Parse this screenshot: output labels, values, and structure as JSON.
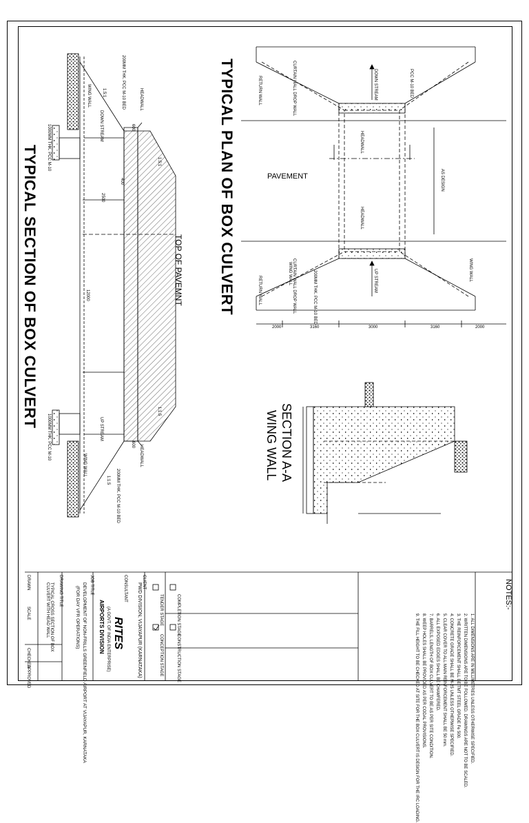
{
  "titles": {
    "section": "TYPICAL SECTION OF BOX CULVERT",
    "plan": "TYPICAL PLAN OF BOX CULVERT",
    "wing": "SECTION A-A",
    "wing2": "WING WALL"
  },
  "labels": {
    "top_of_pavement": "TOP OF PAVEMNT",
    "pavement": "PAVEMENT",
    "headwall": "HEADWALL",
    "wing_wall": "WING WALL",
    "return_wall": "RETURN WALL",
    "down_stream": "DOWN STREAM",
    "up_stream": "UP STREAM",
    "pcc_bed": "PCC M-10 BED",
    "curtain_wall": "CURTAIN WALL DROP WALL",
    "as_design": "AS DESIGN",
    "pcc_200": "200MM THK. PCC M-10 BED",
    "pcc_1000": "1000MM THK. PCC M-10"
  },
  "dims_bottom": [
    "2000",
    "3160",
    "3000",
    "3160",
    "2000"
  ],
  "dims_section": [
    "2500",
    "12000",
    "600",
    "400",
    "1.5:1",
    "1:1.5"
  ],
  "notes": {
    "title": "NOTES:-",
    "items": [
      "1. ALL DIMENSIONS ARE IN MILLIMETRES UNLESS OTHERWISE SPECIFIED.",
      "2. WRITTEN DIMENSIONS ARE TO BE FOLLOWED. DRAWINGS ARE NOT TO BE SCALED.",
      "3. THE REINFORCEMENT SHALL BE TMT STEEL GRADE Fe 500.",
      "4. CONCRETE GRADE SHALL BE M-25 UNLESS OTHERWISE SPECIFIED.",
      "5. CLEAR COVER TO ALL MAIN REINFORCEMENT SHALL BE 50 mm.",
      "6. ALL EXPOSED EDGES SHALL BE CHAMFERED.",
      "7. BARRELS, LENGTH OF BOX CULVERT TO BE AS PER SITE CONDITION.",
      "8. WEEP HOLES SHALL BE PROVIDED AS PER CODAL PROVISIONS.",
      "9. THE FILL HEIGHT TO BE CHECKED AT SITE FOR THE BOX CULVERT IS DESIGN FOR THE IRC LOADING."
    ]
  },
  "titleblock": {
    "stage_completion": "COMPLETION STAGE",
    "stage_construction": "CONSTRUCTION STAGE",
    "stage_tender": "TENDER STAGE",
    "stage_concept": "CONCEPTION STAGE",
    "client_label": "CLIENT",
    "client": "PWD DIVISION, VIJAYAPUR (KARNATAKA)",
    "consultant_label": "CONSULTANT",
    "consultant": "RITES",
    "consultant_sub": "(A GOVT. OF INDIA ENTERPRISE)",
    "division": "AIRPORTS DIVISION",
    "job_title_label": "JOB TITLE",
    "job_title": "DEVELOPMENT OF NON-FRILLS GREENFIELD AIRPORT AT VIJAYAPUR, KARNATAKA",
    "job_title2": "(FOR DAY VFR OPERATIONS)",
    "drawing_title_label": "DRAWING TITLE",
    "drawing_title": "TYPICAL CROSS SECTION OF BOX CULVERT WITH HEAD WALL",
    "drawn": "DRAWN",
    "checked": "CHECKED",
    "approved": "APPROVED",
    "scale": "SCALE"
  }
}
